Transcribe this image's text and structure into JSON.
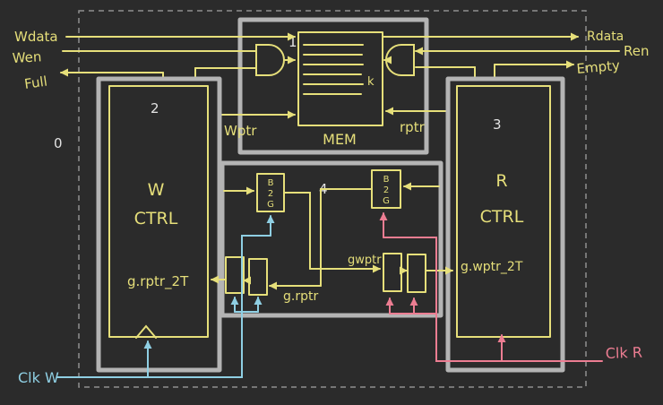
{
  "diagram": {
    "colors": {
      "background": "#2b2b2b",
      "block_stroke": "#b4b4b4",
      "wire_yellow": "#e6df7a",
      "clock_write_blue": "#8fcfe3",
      "clock_read_pink": "#ec7d92",
      "number_text": "#e3e3e3"
    },
    "outer": {
      "label": "0"
    },
    "block1": {
      "number": "1",
      "mem_label": "MEM",
      "k_label": "k"
    },
    "block2": {
      "number": "2",
      "title_top": "W",
      "title_bottom": "CTRL",
      "signal": "g.rptr_2T"
    },
    "block3": {
      "number": "3",
      "title_top": "R",
      "title_bottom": "CTRL",
      "signal": "g.wptr_2T"
    },
    "block4": {
      "number": "4",
      "b2g_left": "B2G",
      "b2g_right": "B2G",
      "grptr": "g.rptr",
      "gwptr": "gwptr"
    },
    "ports": {
      "wdata": "Wdata",
      "wen": "Wen",
      "full": "Full",
      "rdata": "Rdata",
      "ren": "Ren",
      "empty": "Empty",
      "wptr": "Wptr",
      "rptr": "rptr",
      "clk_w": "Clk W",
      "clk_r": "Clk R"
    }
  }
}
